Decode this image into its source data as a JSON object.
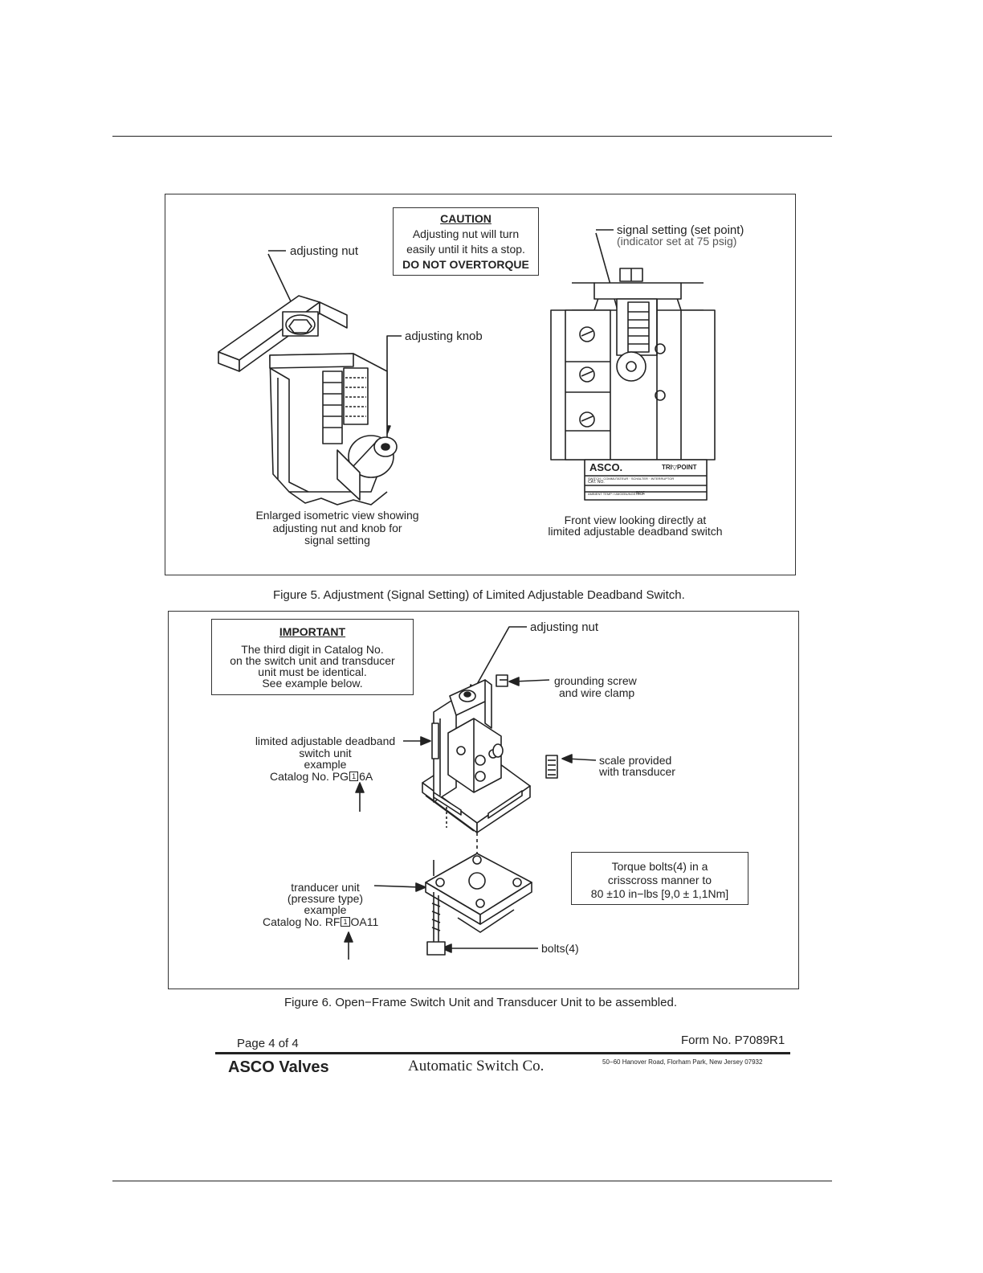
{
  "fig5": {
    "caution_title": "CAUTION",
    "caution_lines": [
      "Adjusting nut will turn",
      "easily until it hits a stop."
    ],
    "caution_warning": "DO NOT OVERTORQUE",
    "label_adjusting_nut": "adjusting nut",
    "label_adjusting_knob": "adjusting knob",
    "label_signal_setting": "signal setting (set point)",
    "label_indicator": "(indicator set at 75 psig)",
    "left_caption": [
      "Enlarged isometric view showing",
      "adjusting nut and knob for",
      "signal setting"
    ],
    "right_caption": [
      "Front view looking directly at",
      "limited adjustable deadband switch"
    ],
    "nameplate_brand": "ASCO.",
    "nameplate_product": "TRI▽POINT",
    "nameplate_line": "SWITCH · COMMUTATEUR · SCHALTER · INTERRUPTOR",
    "nameplate_cat": "CAT. NO.",
    "nameplate_temp": "AMBIENT TEMP / UMGEBUNGSTEMP.",
    "nameplate_temp_value": "50°C",
    "caption": "Figure 5.  Adjustment (Signal Setting) of Limited Adjustable Deadband Switch."
  },
  "fig6": {
    "important_title": "IMPORTANT",
    "important_lines": [
      "The third digit in Catalog No.",
      "on the switch unit and transducer",
      "unit must be identical.",
      "See example below."
    ],
    "label_adjusting_nut": "adjusting nut",
    "label_grounding": [
      "grounding screw",
      "and wire clamp"
    ],
    "label_switch_unit": [
      "limited adjustable deadband",
      "switch unit",
      "example"
    ],
    "switch_catalog_prefix": "Catalog No. PG",
    "switch_catalog_digit": "1",
    "switch_catalog_suffix": "6A",
    "label_scale": [
      "scale provided",
      "with transducer"
    ],
    "torque_lines": [
      "Torque bolts(4) in a",
      "crisscross manner to",
      "80  ±10 in−lbs [9,0 ± 1,1Nm]"
    ],
    "label_transducer": [
      "tranducer unit",
      "(pressure type)",
      "example"
    ],
    "transducer_catalog_prefix": "Catalog No. RF",
    "transducer_catalog_digit": "1",
    "transducer_catalog_suffix": "OA11",
    "label_bolts": "bolts(4)",
    "caption": "Figure 6.  Open−Frame Switch Unit and Transducer Unit to be assembled."
  },
  "footer": {
    "page": "Page 4 of 4",
    "form": "Form No. P7089R1",
    "brand": "ASCO Valves",
    "company": "Automatic Switch Co.",
    "address": "50−60 Hanover Road, Florham Park, New Jersey 07932"
  }
}
